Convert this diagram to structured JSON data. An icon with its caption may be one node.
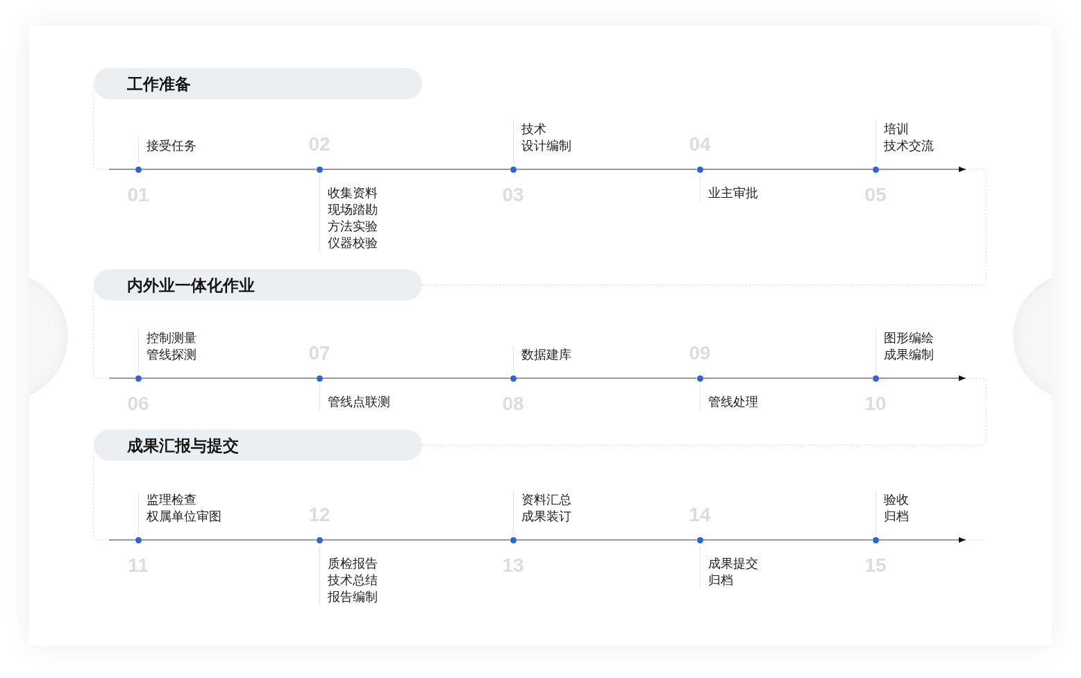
{
  "diagram": {
    "nodes": [
      {
        "text": [
          "工作准备"
        ]
      },
      {
        "text": [],
        "shape": "circle",
        "beside": [
          "01"
        ]
      },
      {
        "text": [
          "接受任务"
        ]
      },
      {
        "text": [],
        "shape": "circle",
        "beside": [
          "02"
        ]
      },
      {
        "text": [
          "收集资料",
          "现场踏勘",
          "方法实验",
          "仪器校验"
        ]
      },
      {
        "text": [],
        "shape": "circle",
        "beside": [
          "03"
        ]
      },
      {
        "text": [
          "技术",
          "设计编制"
        ]
      },
      {
        "text": [],
        "shape": "circle",
        "beside": [
          "04"
        ]
      },
      {
        "text": [
          "业主审批"
        ]
      },
      {
        "text": [],
        "shape": "circle",
        "beside": [
          "05"
        ]
      },
      {
        "text": [
          "培训",
          "技术交流"
        ]
      },
      {
        "text": [
          "内外业一体化作业"
        ]
      },
      {
        "text": [],
        "shape": "circle",
        "beside": [
          "06"
        ]
      },
      {
        "text": [
          "控制测量",
          "管线探测"
        ]
      },
      {
        "text": [],
        "shape": "circle",
        "beside": [
          "07"
        ]
      },
      {
        "text": [
          "管线点联测"
        ]
      },
      {
        "text": [],
        "shape": "circle",
        "beside": [
          "08"
        ]
      },
      {
        "text": [
          "数据建库"
        ]
      },
      {
        "text": [],
        "shape": "circle",
        "beside": [
          "09"
        ]
      },
      {
        "text": [
          "管线处理"
        ]
      },
      {
        "text": [],
        "shape": "circle",
        "beside": [
          "10"
        ]
      },
      {
        "text": [
          "图形编绘",
          "成果编制"
        ]
      },
      {
        "text": [
          "成果汇报与提交"
        ]
      },
      {
        "text": [],
        "shape": "circle",
        "beside": [
          "11"
        ]
      },
      {
        "text": [
          "监理检查",
          "权属单位审图"
        ]
      },
      {
        "text": [],
        "shape": "circle",
        "beside": [
          "12"
        ]
      },
      {
        "text": [
          "质检报告",
          "技术总结",
          "报告编制"
        ]
      },
      {
        "text": [],
        "shape": "circle",
        "beside": [
          "13"
        ]
      },
      {
        "text": [
          "资料汇总",
          "成果装订"
        ]
      },
      {
        "text": [],
        "shape": "circle",
        "beside": [
          "14"
        ]
      },
      {
        "text": [
          "成果提交",
          "归档"
        ]
      },
      {
        "text": [],
        "shape": "circle",
        "beside": [
          "15"
        ]
      },
      {
        "text": [
          "验收",
          "归档"
        ]
      }
    ],
    "edges": [
      {
        "from": 0,
        "to": null,
        "arrow": "none",
        "style": "dashed",
        "color": "#cccccc"
      },
      {
        "from": null,
        "to": 1,
        "arrow": "none"
      },
      {
        "from": 1,
        "to": 3,
        "arrow": "none"
      },
      {
        "from": 3,
        "to": 5,
        "arrow": "none"
      },
      {
        "from": 5,
        "to": 7,
        "arrow": "none"
      },
      {
        "from": 7,
        "to": 9,
        "arrow": "none"
      },
      {
        "from": 9,
        "to": null,
        "arrow": "to"
      },
      {
        "from": null,
        "to": 11,
        "arrow": "none",
        "style": "dashed",
        "color": "#cccccc"
      },
      {
        "from": 11,
        "to": null,
        "arrow": "none",
        "style": "dashed",
        "color": "#cccccc"
      },
      {
        "from": null,
        "to": 12,
        "arrow": "none"
      },
      {
        "from": 12,
        "to": 14,
        "arrow": "none"
      },
      {
        "from": 14,
        "to": 16,
        "arrow": "none"
      },
      {
        "from": 16,
        "to": 18,
        "arrow": "none"
      },
      {
        "from": 18,
        "to": 20,
        "arrow": "none"
      },
      {
        "from": 20,
        "to": null,
        "arrow": "to"
      },
      {
        "from": null,
        "to": 22,
        "arrow": "none",
        "style": "dashed",
        "color": "#cccccc"
      },
      {
        "from": 22,
        "to": null,
        "arrow": "none",
        "style": "dashed",
        "color": "#cccccc"
      },
      {
        "from": null,
        "to": 23,
        "arrow": "none"
      },
      {
        "from": 23,
        "to": 25,
        "arrow": "none"
      },
      {
        "from": 25,
        "to": 27,
        "arrow": "none"
      },
      {
        "from": 27,
        "to": 29,
        "arrow": "none"
      },
      {
        "from": 29,
        "to": 31,
        "arrow": "none"
      },
      {
        "from": 31,
        "to": null,
        "arrow": "to"
      }
    ]
  }
}
